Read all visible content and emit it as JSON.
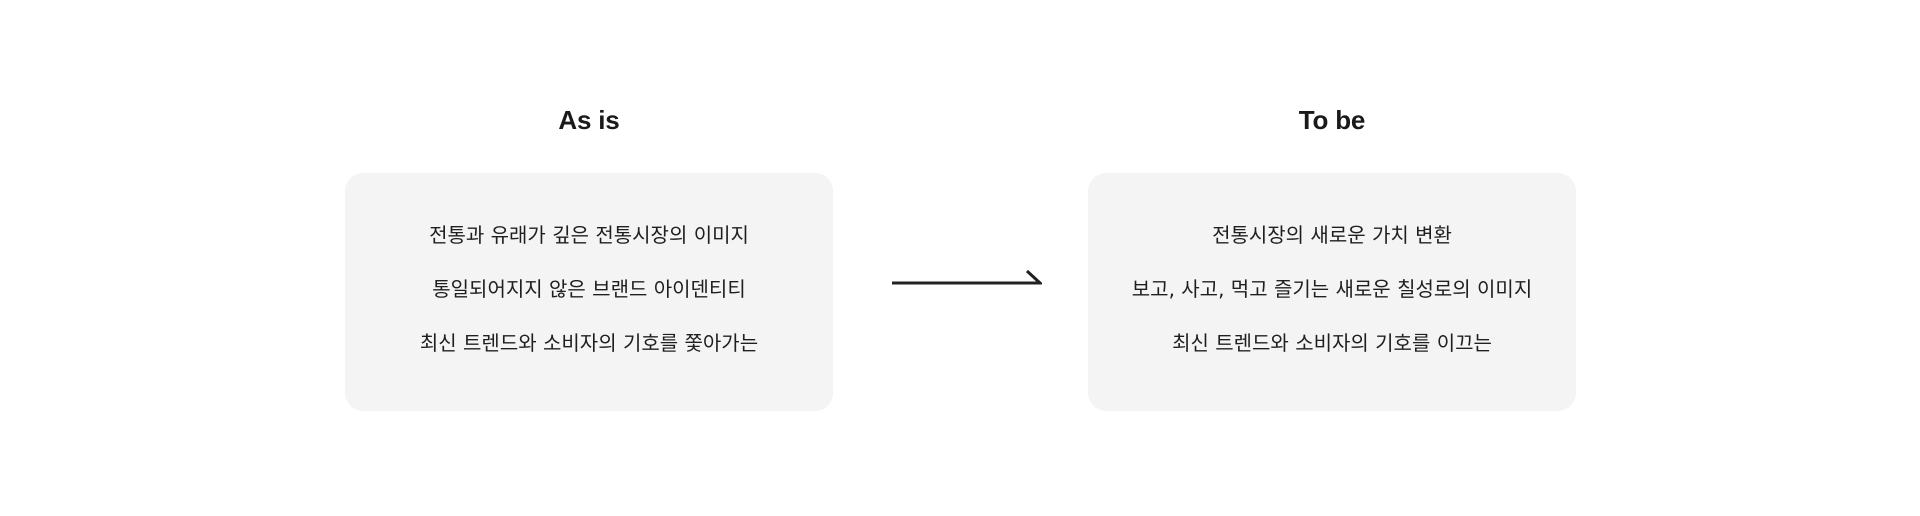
{
  "as_is": {
    "title": "As is",
    "items": [
      "전통과 유래가 깊은 전통시장의 이미지",
      "통일되어지지 않은 브랜드 아이덴티티",
      "최신 트렌드와 소비자의 기호를 쫓아가는"
    ]
  },
  "to_be": {
    "title": "To be",
    "items": [
      "전통시장의 새로운 가치 변환",
      "보고, 사고, 먹고 즐기는 새로운 칠성로의 이미지",
      "최신 트렌드와 소비자의 기호를 이끄는"
    ]
  },
  "arrow": {
    "icon": "arrow-right-icon",
    "color": "#222222"
  },
  "colors": {
    "card_background": "#f4f4f4",
    "text": "#1a1a1a"
  }
}
